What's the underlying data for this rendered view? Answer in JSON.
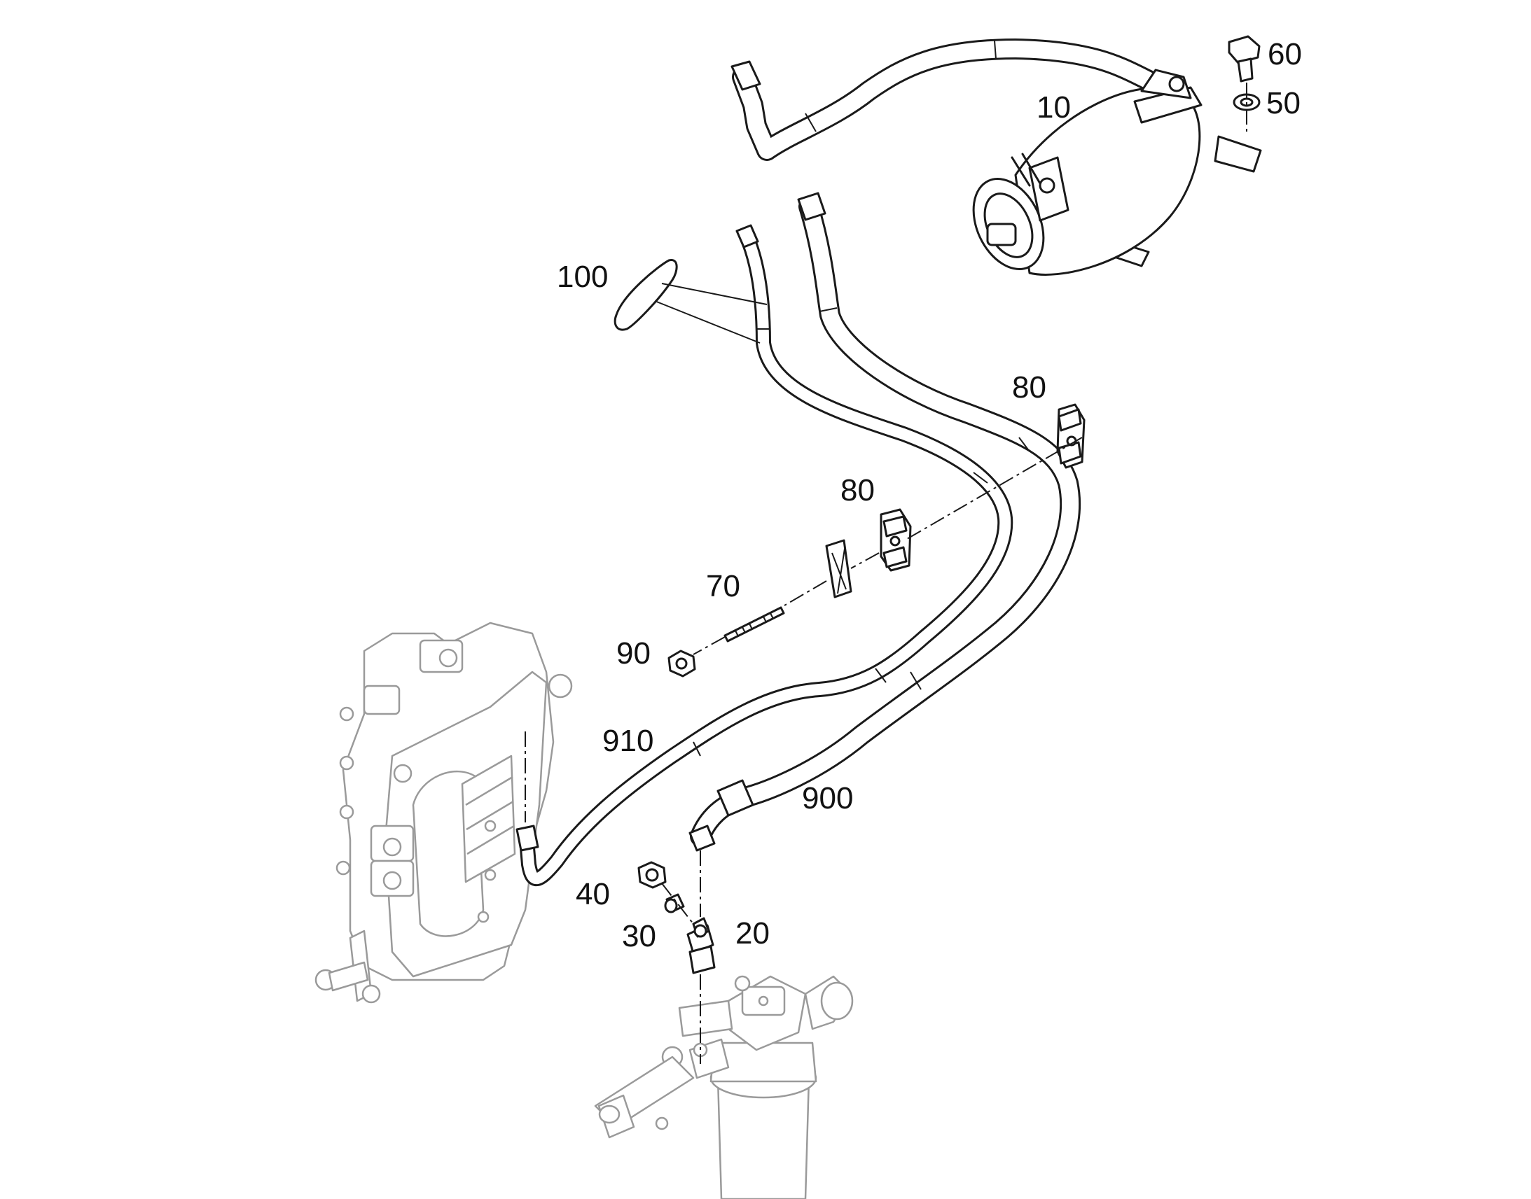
{
  "callouts": {
    "p10": "10",
    "p20": "20",
    "p30": "30",
    "p40": "40",
    "p50": "50",
    "p60": "60",
    "p70": "70",
    "p80a": "80",
    "p80b": "80",
    "p90": "90",
    "p100": "100",
    "p900": "900",
    "p910": "910"
  }
}
